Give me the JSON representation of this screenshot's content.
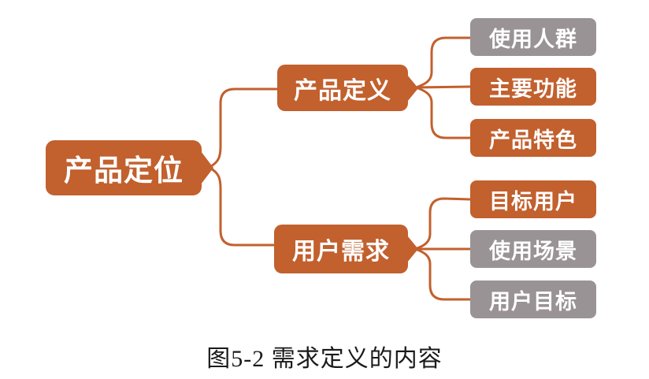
{
  "diagram": {
    "root": {
      "label": "产品定位",
      "color": "#c2602e"
    },
    "branches": [
      {
        "label": "产品定义",
        "color": "#c2602e",
        "children": [
          {
            "label": "使用人群",
            "color": "#9a9396"
          },
          {
            "label": "主要功能",
            "color": "#c2602e"
          },
          {
            "label": "产品特色",
            "color": "#c2602e"
          }
        ]
      },
      {
        "label": "用户需求",
        "color": "#c2602e",
        "children": [
          {
            "label": "目标用户",
            "color": "#c2602e"
          },
          {
            "label": "使用场景",
            "color": "#9a9396"
          },
          {
            "label": "用户目标",
            "color": "#9a9396"
          }
        ]
      }
    ],
    "caption": "图5-2 需求定义的内容",
    "colors": {
      "accent_orange": "#c2602e",
      "muted_gray": "#9a9396",
      "connector": "#c2602e",
      "node_text": "#ffffff",
      "caption_text": "#1a1a1a",
      "background": "#ffffff"
    }
  }
}
